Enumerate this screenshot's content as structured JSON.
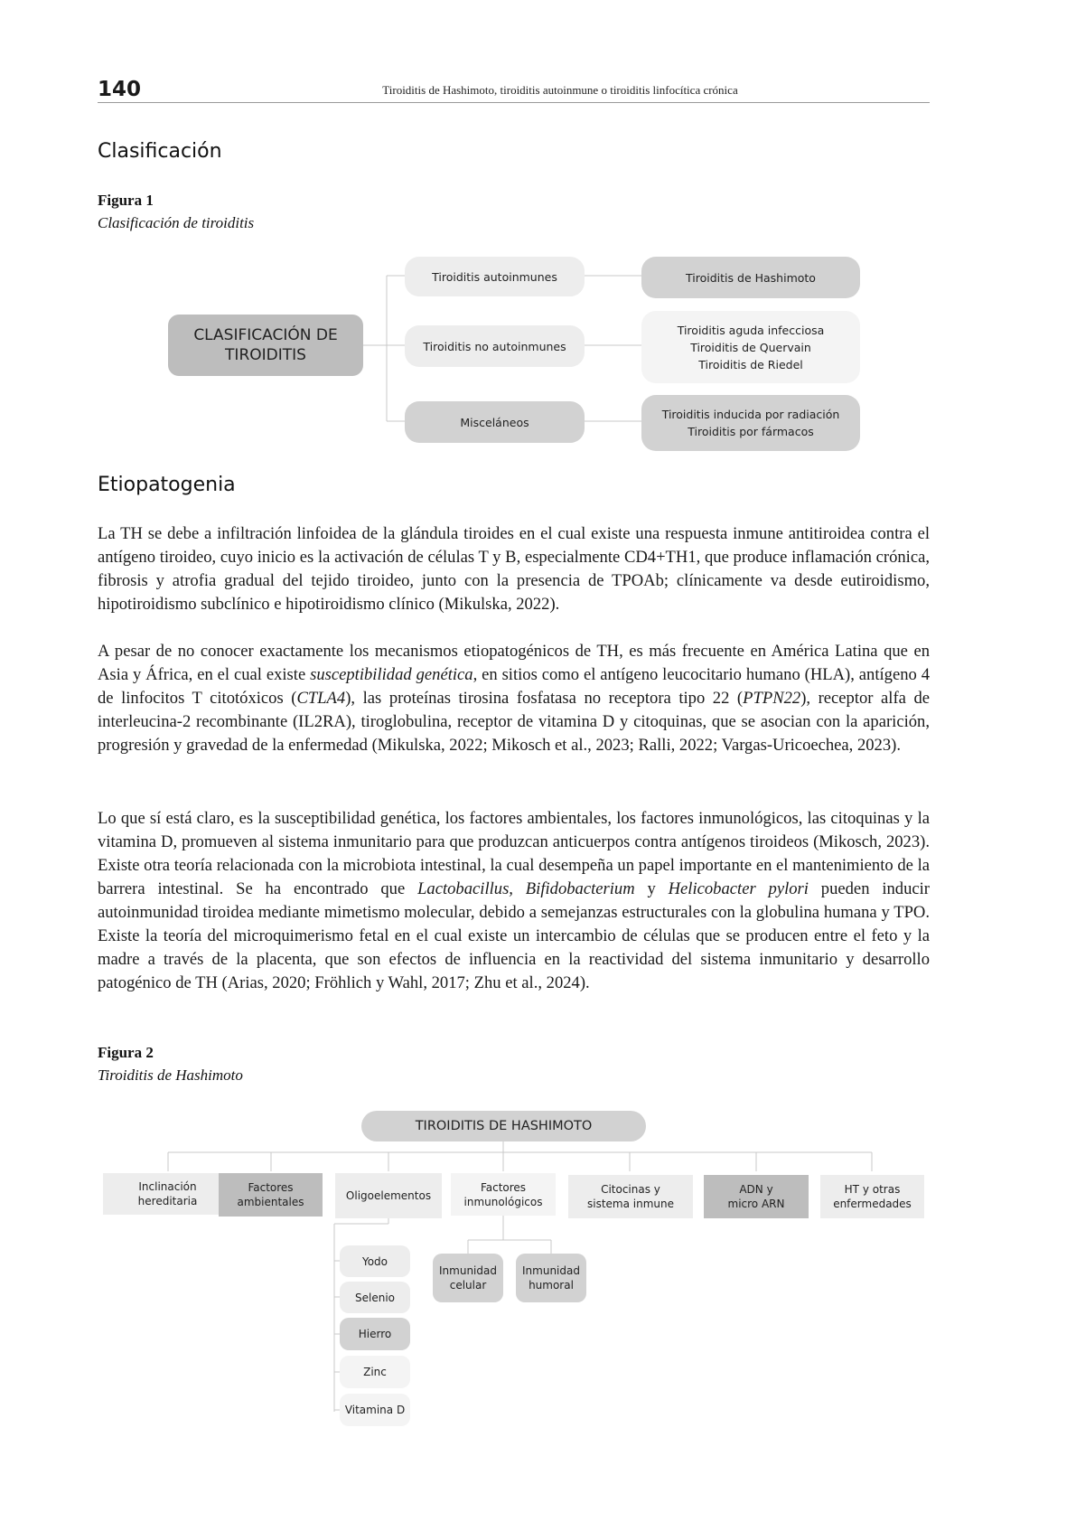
{
  "header": {
    "page_number": "140",
    "running_title": "Tiroiditis de Hashimoto, tiroiditis autoinmune o tiroiditis linfocítica crónica"
  },
  "section1": {
    "title": "Clasificación"
  },
  "figure1": {
    "label": "Figura 1",
    "caption": "Clasificación de tiroiditis",
    "root_line1": "CLASIFICACIÓN DE",
    "root_line2": "TIROIDITIS",
    "categories": [
      "Tiroiditis autoinmunes",
      "Tiroiditis no autoinmunes",
      "Misceláneos"
    ],
    "results": [
      [
        "Tiroiditis de Hashimoto"
      ],
      [
        "Tiroiditis aguda infecciosa",
        "Tiroiditis de Quervain",
        "Tiroiditis de Riedel"
      ],
      [
        "Tiroiditis inducida por radiación",
        "Tiroiditis por fármacos"
      ]
    ]
  },
  "section2": {
    "title": "Etiopatogenia"
  },
  "paragraphs": {
    "p1": "La TH se debe a infiltración linfoidea de la glándula tiroides en el cual existe una respuesta inmune antitiroidea contra el antígeno tiroideo, cuyo inicio es la activación de células T y B, especialmente CD4+TH1, que produce inflamación crónica, fibrosis y atrofia gradual del tejido tiroideo, junto con la presencia de TPOAb; clínicamente va desde eutiroidismo, hipotiroidismo subclínico e hipotiroidismo clínico (Mikulska, 2022).",
    "p2_a": "A pesar de no conocer exactamente los mecanismos etiopatogénicos de TH, es más frecuente en América Latina que en Asia y África, en el cual existe ",
    "p2_b": "susceptibilidad genética",
    "p2_c": ", en sitios como el antígeno leucocitario humano (HLA), antígeno 4 de linfocitos T citotóxicos (",
    "p2_d": "CTLA4",
    "p2_e": "), las proteínas tirosina fosfatasa no receptora tipo 22 (",
    "p2_f": "PTPN22",
    "p2_g": "), receptor alfa de interleucina-2 recombinante (IL2RA), tiroglobulina, receptor de vitamina D y citoquinas, que se asocian con la aparición, progresión y gravedad de la enfermedad (Mikulska, 2022; Mikosch et al., 2023; Ralli, 2022; Vargas-Uricoechea, 2023).",
    "p3_a": "Lo que sí está claro, es la susceptibilidad genética, los factores ambientales, los factores inmunológicos, las citoquinas y la vitamina D, promueven al sistema inmunitario para que produzcan anticuerpos contra antígenos tiroideos (Mikosch, 2023). Existe otra teoría relacionada con la microbiota intestinal, la cual desempeña un papel importante en el mantenimiento de la barrera intestinal. Se ha encontrado que ",
    "p3_b": "Lactobacillus, Bifidobacterium",
    "p3_c": " y ",
    "p3_d": "Helicobacter pylori",
    "p3_e": " pueden inducir autoinmunidad tiroidea mediante mimetismo molecular, debido a semejanzas estructurales con la globulina humana y TPO. Existe la teoría del microquimerismo fetal en el cual existe un intercambio de células que se producen entre el feto y la madre a través de la placenta, que son efectos de influencia en la reactividad del sistema inmunitario y desarrollo patogénico de TH (Arias, 2020; Fröhlich y Wahl, 2017; Zhu et al., 2024)."
  },
  "figure2": {
    "label": "Figura 2",
    "caption": "Tiroiditis de Hashimoto",
    "root": "TIROIDITIS DE HASHIMOTO",
    "factors": [
      [
        "Inclinación",
        "hereditaria"
      ],
      [
        "Factores",
        "ambientales"
      ],
      [
        "Oligoelementos"
      ],
      [
        "Factores",
        "inmunológicos"
      ],
      [
        "Citocinas y",
        "sistema inmune"
      ],
      [
        "ADN y",
        "micro ARN"
      ],
      [
        "HT y otras",
        "enfermedades"
      ]
    ],
    "oligo": [
      "Yodo",
      "Selenio",
      "Hierro",
      "Zinc",
      "Vitamina D"
    ],
    "immuno": [
      [
        "Inmunidad",
        "celular"
      ],
      [
        "Inmunidad",
        "humoral"
      ]
    ]
  }
}
